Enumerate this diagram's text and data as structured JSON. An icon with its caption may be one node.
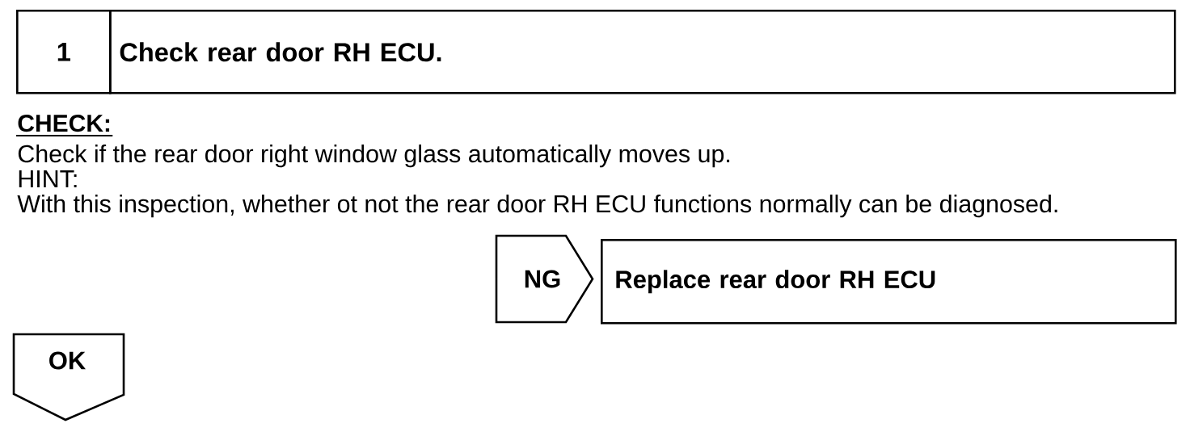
{
  "diagram": {
    "nodes": [
      {
        "text": [
          "1",
          "Check rear door RH ECU."
        ]
      },
      {
        "text": [
          "NG"
        ]
      },
      {
        "text": [
          "Replace rear door RH ECU"
        ]
      },
      {
        "text": [
          "OK"
        ]
      }
    ],
    "labels": [
      "CHECK:",
      "Check if the rear door right window glass automatically moves up.",
      "HINT:",
      "With this inspection, whether ot not the rear door RH ECU functions normally can be diagnosed."
    ]
  }
}
